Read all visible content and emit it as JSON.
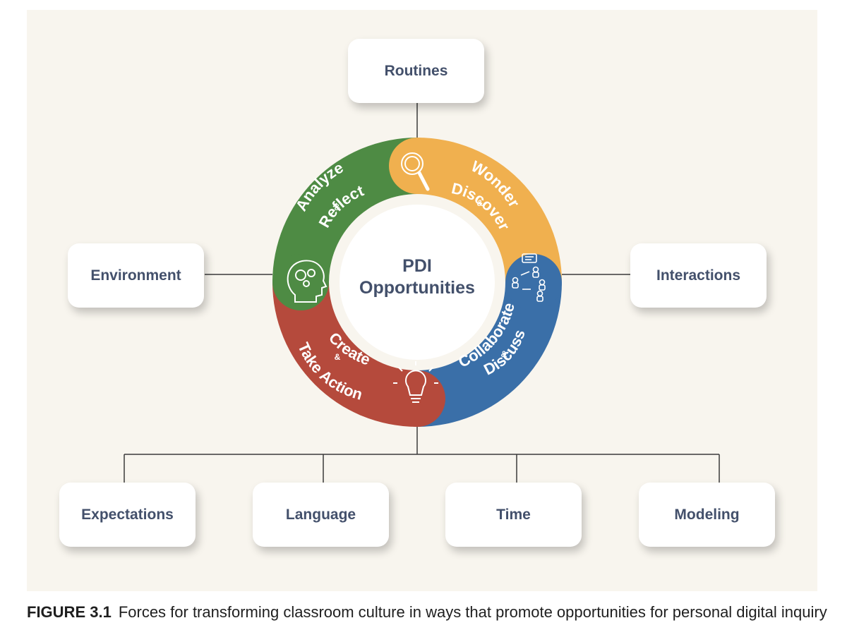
{
  "center": {
    "line1": "PDI",
    "line2": "Opportunities"
  },
  "segments": {
    "wonder": {
      "line1": "Wonder",
      "amp": "&",
      "line2": "Discover",
      "color": "#f0b04f",
      "icon": "magnifier-icon"
    },
    "collaborate": {
      "line1": "Collaborate",
      "amp": "&",
      "line2": "Discuss",
      "color": "#3a6fa8",
      "icon": "network-icon"
    },
    "create": {
      "line1": "Create",
      "amp": "&",
      "line2": "Take Action",
      "color": "#b54a3c",
      "icon": "lightbulb-icon"
    },
    "analyze": {
      "line1": "Analyze",
      "amp": "&",
      "line2": "Reflect",
      "color": "#4e8b44",
      "icon": "head-gears-icon"
    }
  },
  "nodes": {
    "routines": "Routines",
    "environment": "Environment",
    "interactions": "Interactions",
    "expectations": "Expectations",
    "language": "Language",
    "time": "Time",
    "modeling": "Modeling"
  },
  "caption": {
    "label": "FIGURE 3.1",
    "text": "Forces for transforming classroom culture in ways that promote opportunities for personal digital inquiry"
  }
}
